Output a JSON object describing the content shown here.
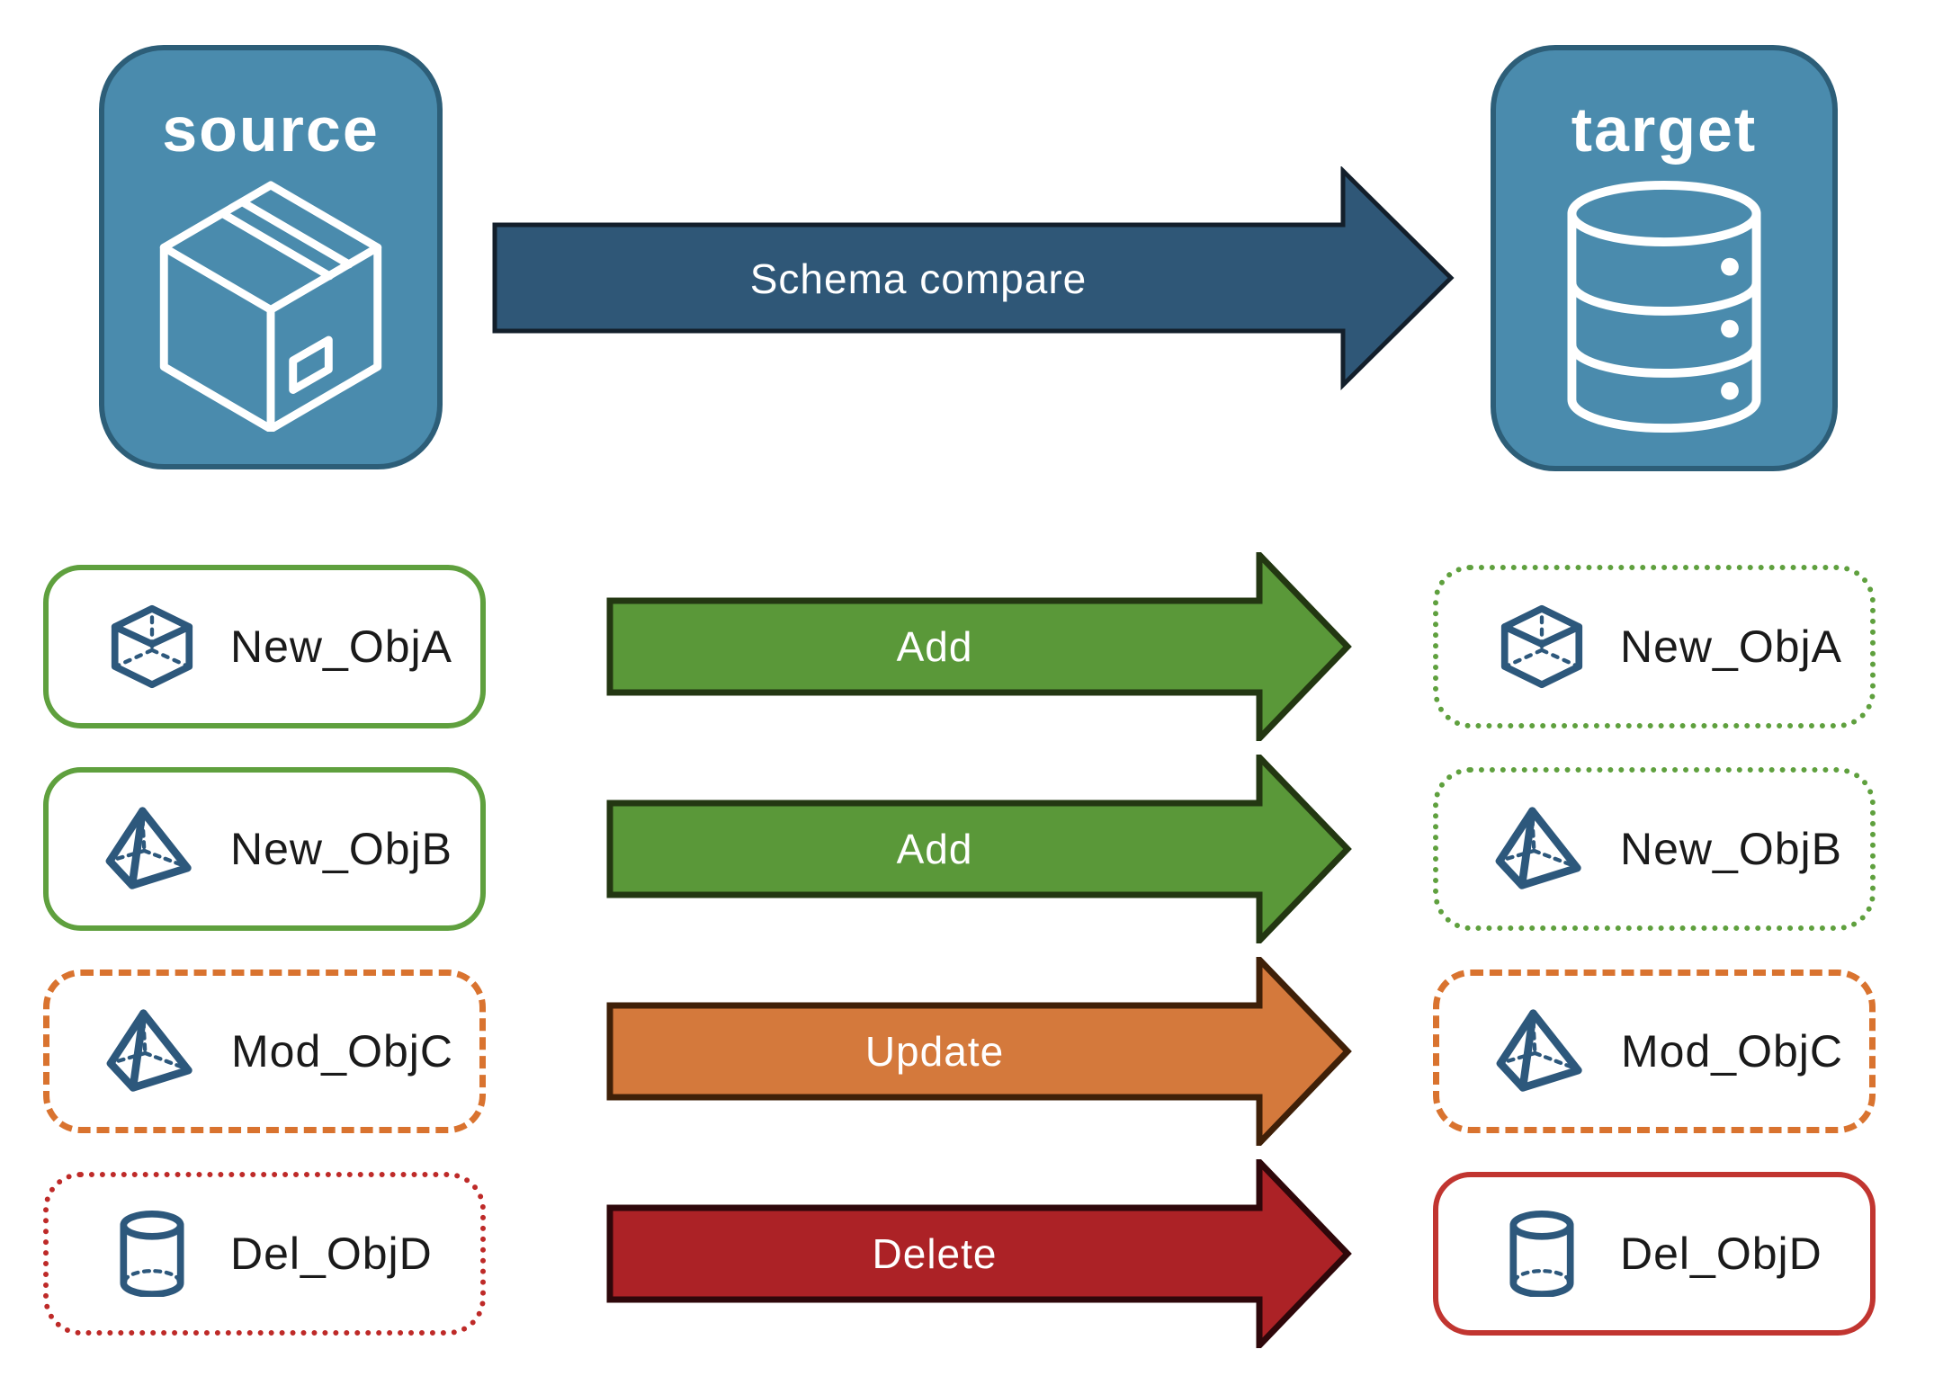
{
  "source_panel": {
    "title": "source",
    "icon": "package-box-icon"
  },
  "target_panel": {
    "title": "target",
    "icon": "database-icon"
  },
  "schema_arrow": {
    "label": "Schema compare",
    "color": "#2F5777"
  },
  "rows": [
    {
      "source": {
        "label": "New_ObjA",
        "icon": "cube-icon",
        "border_style": "green-solid"
      },
      "arrow": {
        "label": "Add",
        "color": "#5A9839"
      },
      "target": {
        "label": "New_ObjA",
        "icon": "cube-icon",
        "border_style": "green-dotted"
      }
    },
    {
      "source": {
        "label": "New_ObjB",
        "icon": "pyramid-icon",
        "border_style": "green-solid"
      },
      "arrow": {
        "label": "Add",
        "color": "#5A9839"
      },
      "target": {
        "label": "New_ObjB",
        "icon": "pyramid-icon",
        "border_style": "green-dotted"
      }
    },
    {
      "source": {
        "label": "Mod_ObjC",
        "icon": "pyramid-icon",
        "border_style": "orange-dashed"
      },
      "arrow": {
        "label": "Update",
        "color": "#D4793C"
      },
      "target": {
        "label": "Mod_ObjC",
        "icon": "pyramid-icon",
        "border_style": "orange-dashed"
      }
    },
    {
      "source": {
        "label": "Del_ObjD",
        "icon": "cylinder-icon",
        "border_style": "red-dotted"
      },
      "arrow": {
        "label": "Delete",
        "color": "#AC2226"
      },
      "target": {
        "label": "Del_ObjD",
        "icon": "cylinder-icon",
        "border_style": "red-solid"
      }
    }
  ],
  "colors": {
    "panel_blue": "#4A8BAD",
    "panel_border": "#2D5E78",
    "icon_blue": "#2D587C",
    "schema_arrow_blue": "#2F5777",
    "add_green": "#5A9839",
    "green_border": "#5FA03E",
    "update_orange": "#D4793C",
    "orange_border": "#D9732F",
    "delete_red": "#AC2226",
    "red_border_dotted": "#BE2A28",
    "red_border_solid": "#C13530"
  }
}
